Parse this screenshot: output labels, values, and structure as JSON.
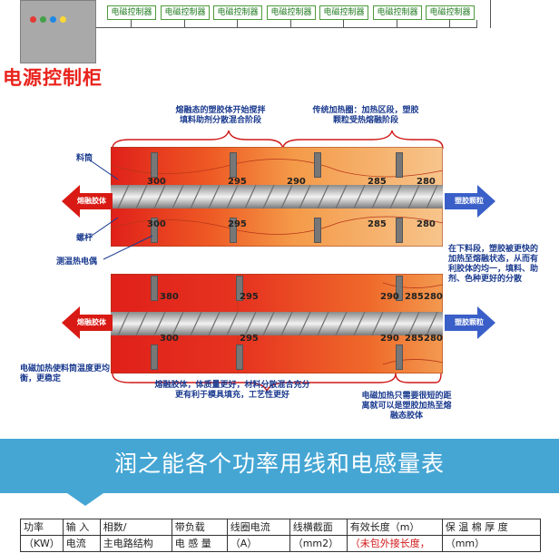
{
  "control_panel": {
    "cabinet_label": "电源控制柜",
    "controller_label": "电磁控制器",
    "controllers": [
      "电磁控制器",
      "电磁控制器",
      "电磁控制器",
      "电磁控制器",
      "电磁控制器",
      "电磁控制器",
      "电磁控制器"
    ],
    "lights": [
      "#e53935",
      "#43a047",
      "#1e88e5",
      "#fdd835"
    ]
  },
  "diagram": {
    "note_top_left": "熔融态的塑胶体开始搅拌\n填料助剂分散混合阶段",
    "note_top_right": "传统加热圈：加热区段，塑胶\n颗粒受热熔融阶段",
    "label_barrel": "料筒",
    "label_screw": "螺杆",
    "label_thermocouple": "测温热电偶",
    "label_out_1": "熔融胶体",
    "label_in_1": "塑胶颗粒",
    "label_out_2": "熔融胶体",
    "label_in_2": "塑胶颗粒",
    "note_right": "在下料段，塑胶被更快的\n加热至熔融状态，从而有\n利胶体的均一，填料、助\n剂、色种更好的分散",
    "note_left_bottom": "电磁加热使料筒温度更均\n衡，更稳定",
    "note_bottom_mid": "熔融胶体，体质量更好，材料分散混合充分\n更有利于模具填充，工艺性更好",
    "note_bottom_right": "电磁加热只需要很短的距\n离就可以是塑胶加热至熔\n融态胶体",
    "barrel1_top_temps": [
      "300",
      "295",
      "290",
      "285",
      "280"
    ],
    "barrel1_bottom_temps": [
      "300",
      "295",
      "285",
      "280"
    ],
    "barrel2_top_temps": [
      "380",
      "295",
      "290",
      "285",
      "280"
    ],
    "barrel2_bottom_temps": [
      "300",
      "295",
      "290",
      "285",
      "280"
    ]
  },
  "banner": {
    "title": "润之能各个功率用线和电感量表"
  },
  "table": {
    "header_row1": [
      "功率",
      "输 入",
      "相数/",
      "带负载",
      "线圈电流",
      "线横截面",
      "有效长度（m）",
      "保 温 棉 厚 度"
    ],
    "header_row2": [
      "（KW）",
      "电流",
      "主电路结构",
      "电 感 量",
      "（A）",
      "（mm2）",
      "（未包外接长度，",
      "（mm）"
    ]
  }
}
